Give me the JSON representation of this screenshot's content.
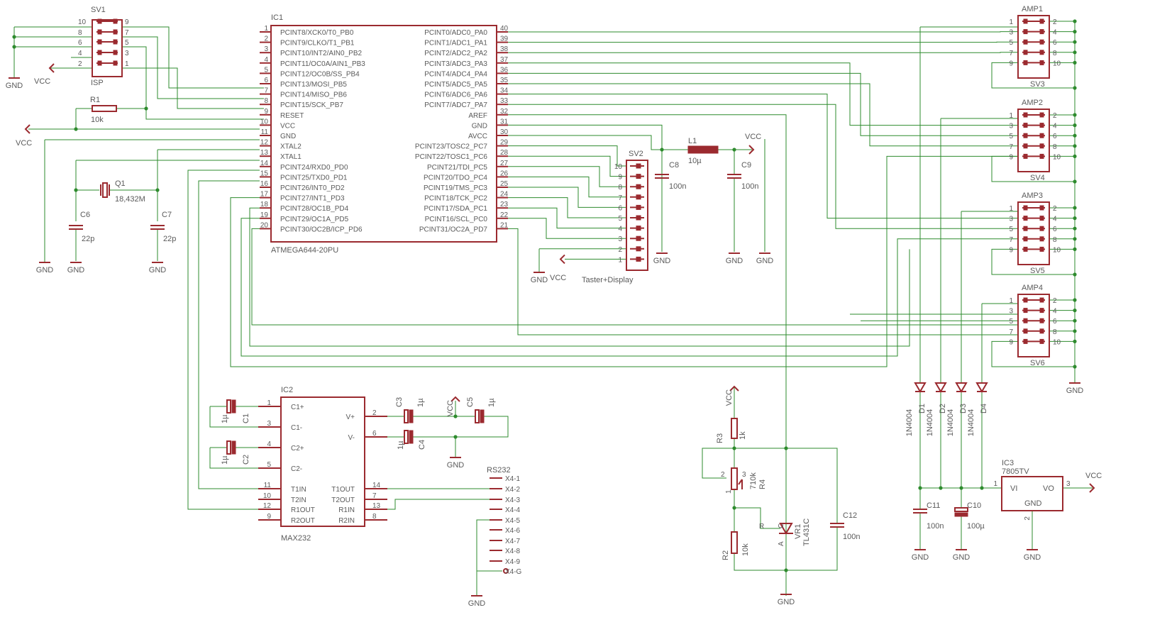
{
  "sv1": {
    "name": "SV1",
    "value": "ISP",
    "left_pins": [
      "10",
      "8",
      "6",
      "4",
      "2"
    ],
    "right_pins": [
      "9",
      "7",
      "5",
      "3",
      "1"
    ]
  },
  "ic1": {
    "name": "IC1",
    "value": "ATMEGA644-20PU",
    "left": [
      {
        "n": "1",
        "l": "PCINT8/XCK0/T0_PB0"
      },
      {
        "n": "2",
        "l": "PCINT9/CLKO/T1_PB1"
      },
      {
        "n": "3",
        "l": "PCINT10/INT2/AIN0_PB2"
      },
      {
        "n": "4",
        "l": "PCINT11/OC0A/AIN1_PB3"
      },
      {
        "n": "5",
        "l": "PCINT12/OC0B/SS_PB4"
      },
      {
        "n": "6",
        "l": "PCINT13/MOSI_PB5"
      },
      {
        "n": "7",
        "l": "PCINT14/MISO_PB6"
      },
      {
        "n": "8",
        "l": "PCINT15/SCK_PB7"
      },
      {
        "n": "9",
        "l": "RESET"
      },
      {
        "n": "10",
        "l": "VCC"
      },
      {
        "n": "11",
        "l": "GND"
      },
      {
        "n": "12",
        "l": "XTAL2"
      },
      {
        "n": "13",
        "l": "XTAL1"
      },
      {
        "n": "14",
        "l": "PCINT24/RXD0_PD0"
      },
      {
        "n": "15",
        "l": "PCINT25/TXD0_PD1"
      },
      {
        "n": "16",
        "l": "PCINT26/INT0_PD2"
      },
      {
        "n": "17",
        "l": "PCINT27/INT1_PD3"
      },
      {
        "n": "18",
        "l": "PCINT28/OC1B_PD4"
      },
      {
        "n": "19",
        "l": "PCINT29/OC1A_PD5"
      },
      {
        "n": "20",
        "l": "PCINT30/OC2B/ICP_PD6"
      }
    ],
    "right": [
      {
        "n": "40",
        "l": "PCINT0/ADC0_PA0"
      },
      {
        "n": "39",
        "l": "PCINT1/ADC1_PA1"
      },
      {
        "n": "38",
        "l": "PCINT2/ADC2_PA2"
      },
      {
        "n": "37",
        "l": "PCINT3/ADC3_PA3"
      },
      {
        "n": "36",
        "l": "PCINT4/ADC4_PA4"
      },
      {
        "n": "35",
        "l": "PCINT5/ADC5_PA5"
      },
      {
        "n": "34",
        "l": "PCINT6/ADC6_PA6"
      },
      {
        "n": "33",
        "l": "PCINT7/ADC7_PA7"
      },
      {
        "n": "32",
        "l": "AREF"
      },
      {
        "n": "31",
        "l": "GND"
      },
      {
        "n": "30",
        "l": "AVCC"
      },
      {
        "n": "29",
        "l": "PCINT23/TOSC2_PC7"
      },
      {
        "n": "28",
        "l": "PCINT22/TOSC1_PC6"
      },
      {
        "n": "27",
        "l": "PCINT21/TDI_PC5"
      },
      {
        "n": "26",
        "l": "PCINT20/TDO_PC4"
      },
      {
        "n": "25",
        "l": "PCINT19/TMS_PC3"
      },
      {
        "n": "24",
        "l": "PCINT18/TCK_PC2"
      },
      {
        "n": "23",
        "l": "PCINT17/SDA_PC1"
      },
      {
        "n": "22",
        "l": "PCINT16/SCL_PC0"
      },
      {
        "n": "21",
        "l": "PCINT31/OC2A_PD7"
      }
    ]
  },
  "sv2": {
    "name": "SV2",
    "value": "Taster+Display",
    "pins": [
      "10",
      "9",
      "8",
      "7",
      "6",
      "5",
      "4",
      "3",
      "2",
      "1"
    ]
  },
  "amps": [
    {
      "name": "AMP1",
      "sv": "SV3"
    },
    {
      "name": "AMP2",
      "sv": "SV4"
    },
    {
      "name": "AMP3",
      "sv": "SV5"
    },
    {
      "name": "AMP4",
      "sv": "SV6"
    }
  ],
  "amp_pins": {
    "left": [
      "1",
      "3",
      "5",
      "7",
      "9"
    ],
    "right": [
      "2",
      "4",
      "6",
      "8",
      "10"
    ]
  },
  "ic2": {
    "name": "IC2",
    "value": "MAX232",
    "left": [
      {
        "n": "1",
        "l": "C1+"
      },
      {
        "n": "3",
        "l": "C1-"
      },
      {
        "n": "4",
        "l": "C2+"
      },
      {
        "n": "5",
        "l": "C2-"
      },
      {
        "n": "11",
        "l": "T1IN"
      },
      {
        "n": "10",
        "l": "T2IN"
      },
      {
        "n": "12",
        "l": "R1OUT"
      },
      {
        "n": "9",
        "l": "R2OUT"
      }
    ],
    "right": [
      {
        "n": "2",
        "l": "V+"
      },
      {
        "n": "6",
        "l": "V-"
      },
      {
        "n": "14",
        "l": "T1OUT"
      },
      {
        "n": "7",
        "l": "T2OUT"
      },
      {
        "n": "13",
        "l": "R1IN"
      },
      {
        "n": "8",
        "l": "R2IN"
      }
    ]
  },
  "rs232": {
    "name": "RS232",
    "pins": [
      "X4-1",
      "X4-2",
      "X4-3",
      "X4-4",
      "X4-5",
      "X4-6",
      "X4-7",
      "X4-8",
      "X4-9",
      "X4-G"
    ]
  },
  "ic3": {
    "name": "IC3",
    "value": "7805TV",
    "vi": "VI",
    "vo": "VO",
    "gnd": "GND",
    "p1": "1",
    "p2": "2",
    "p3": "3"
  },
  "parts": {
    "r1": {
      "name": "R1",
      "value": "10k"
    },
    "q1": {
      "name": "Q1",
      "value": "18,432M"
    },
    "c6": {
      "name": "C6",
      "value": "22p"
    },
    "c7": {
      "name": "C7",
      "value": "22p"
    },
    "c8": {
      "name": "C8",
      "value": "100n"
    },
    "c9": {
      "name": "C9",
      "value": "100n"
    },
    "l1": {
      "name": "L1",
      "value": "10µ"
    },
    "c1": {
      "name": "C1",
      "value": "1µ"
    },
    "c2": {
      "name": "C2",
      "value": "1µ"
    },
    "c3": {
      "name": "C3",
      "value": "1µ"
    },
    "c4": {
      "name": "C4",
      "value": "1µ"
    },
    "c5": {
      "name": "C5",
      "value": "1µ"
    },
    "r3": {
      "name": "R3",
      "value": "1k"
    },
    "r4": {
      "name": "R4",
      "value": "710k"
    },
    "r2": {
      "name": "R2",
      "value": "10k"
    },
    "vr1": {
      "name": "VR1",
      "value": "TL431C"
    },
    "c12": {
      "name": "C12",
      "value": "100n"
    },
    "c11": {
      "name": "C11",
      "value": "100n"
    },
    "c10": {
      "name": "C10",
      "value": "100µ"
    },
    "d1": {
      "name": "D1",
      "value": "1N4004"
    },
    "d2": {
      "name": "D2",
      "value": "1N4004"
    },
    "d3": {
      "name": "D3",
      "value": "1N4004"
    },
    "d4": {
      "name": "D4",
      "value": "1N4004"
    }
  },
  "labels": {
    "gnd": "GND",
    "vcc": "VCC",
    "r4_pin1": "1",
    "r4_pin2": "2",
    "r4_pin3": "3",
    "vr1_r": "R",
    "vr1_a": "A",
    "vr1_c": "C"
  },
  "colors": {
    "wire": "#2e8b2e",
    "part": "#9b2a2f",
    "text": "#5a5a5a",
    "background": "#ffffff"
  }
}
